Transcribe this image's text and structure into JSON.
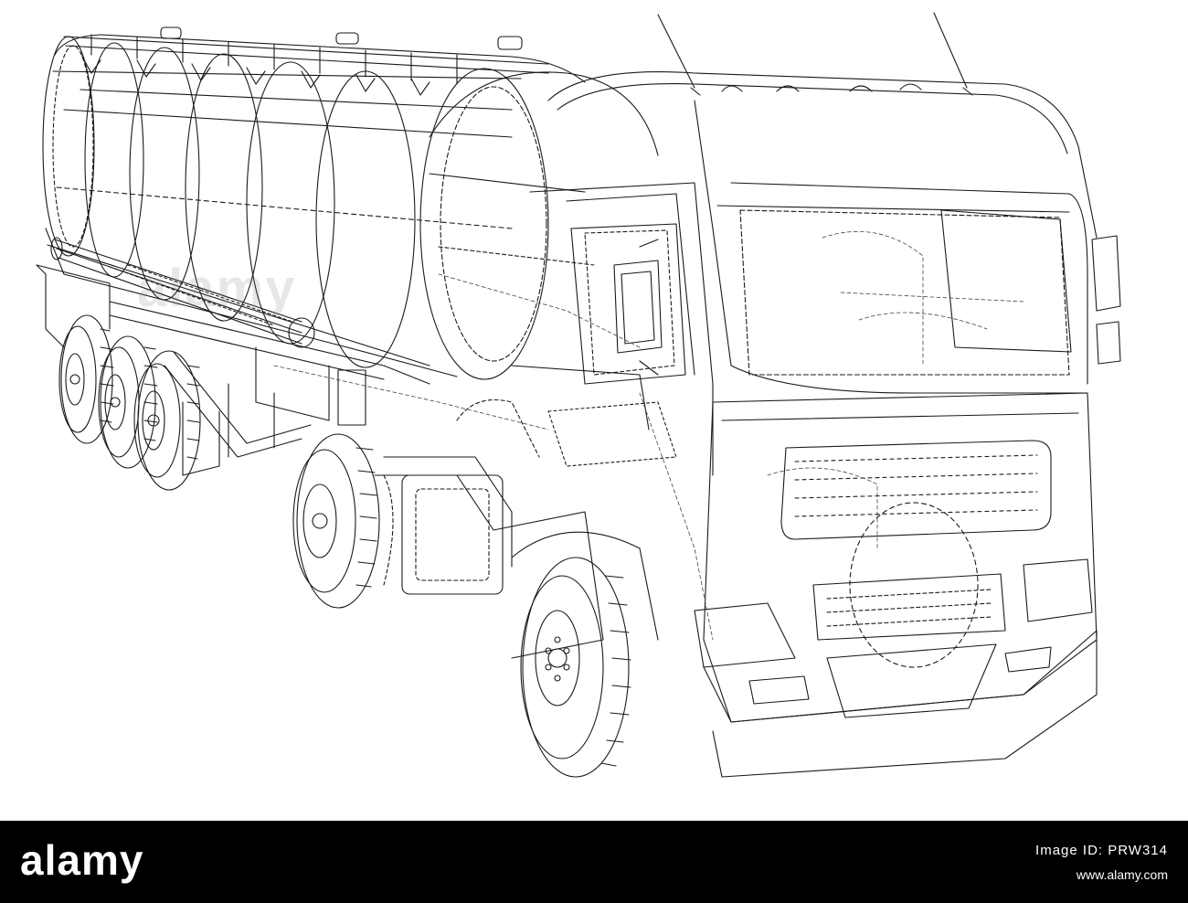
{
  "image": {
    "subject": "wireframe-fuel-tanker-truck",
    "line_color": "#1a1a1a",
    "background_color": "#ffffff"
  },
  "watermark": {
    "text": "alamy"
  },
  "footer": {
    "logo": "alamy",
    "image_id": "Image ID: PRW314",
    "url": "www.alamy.com",
    "background_color": "#000000",
    "text_color": "#ffffff"
  }
}
